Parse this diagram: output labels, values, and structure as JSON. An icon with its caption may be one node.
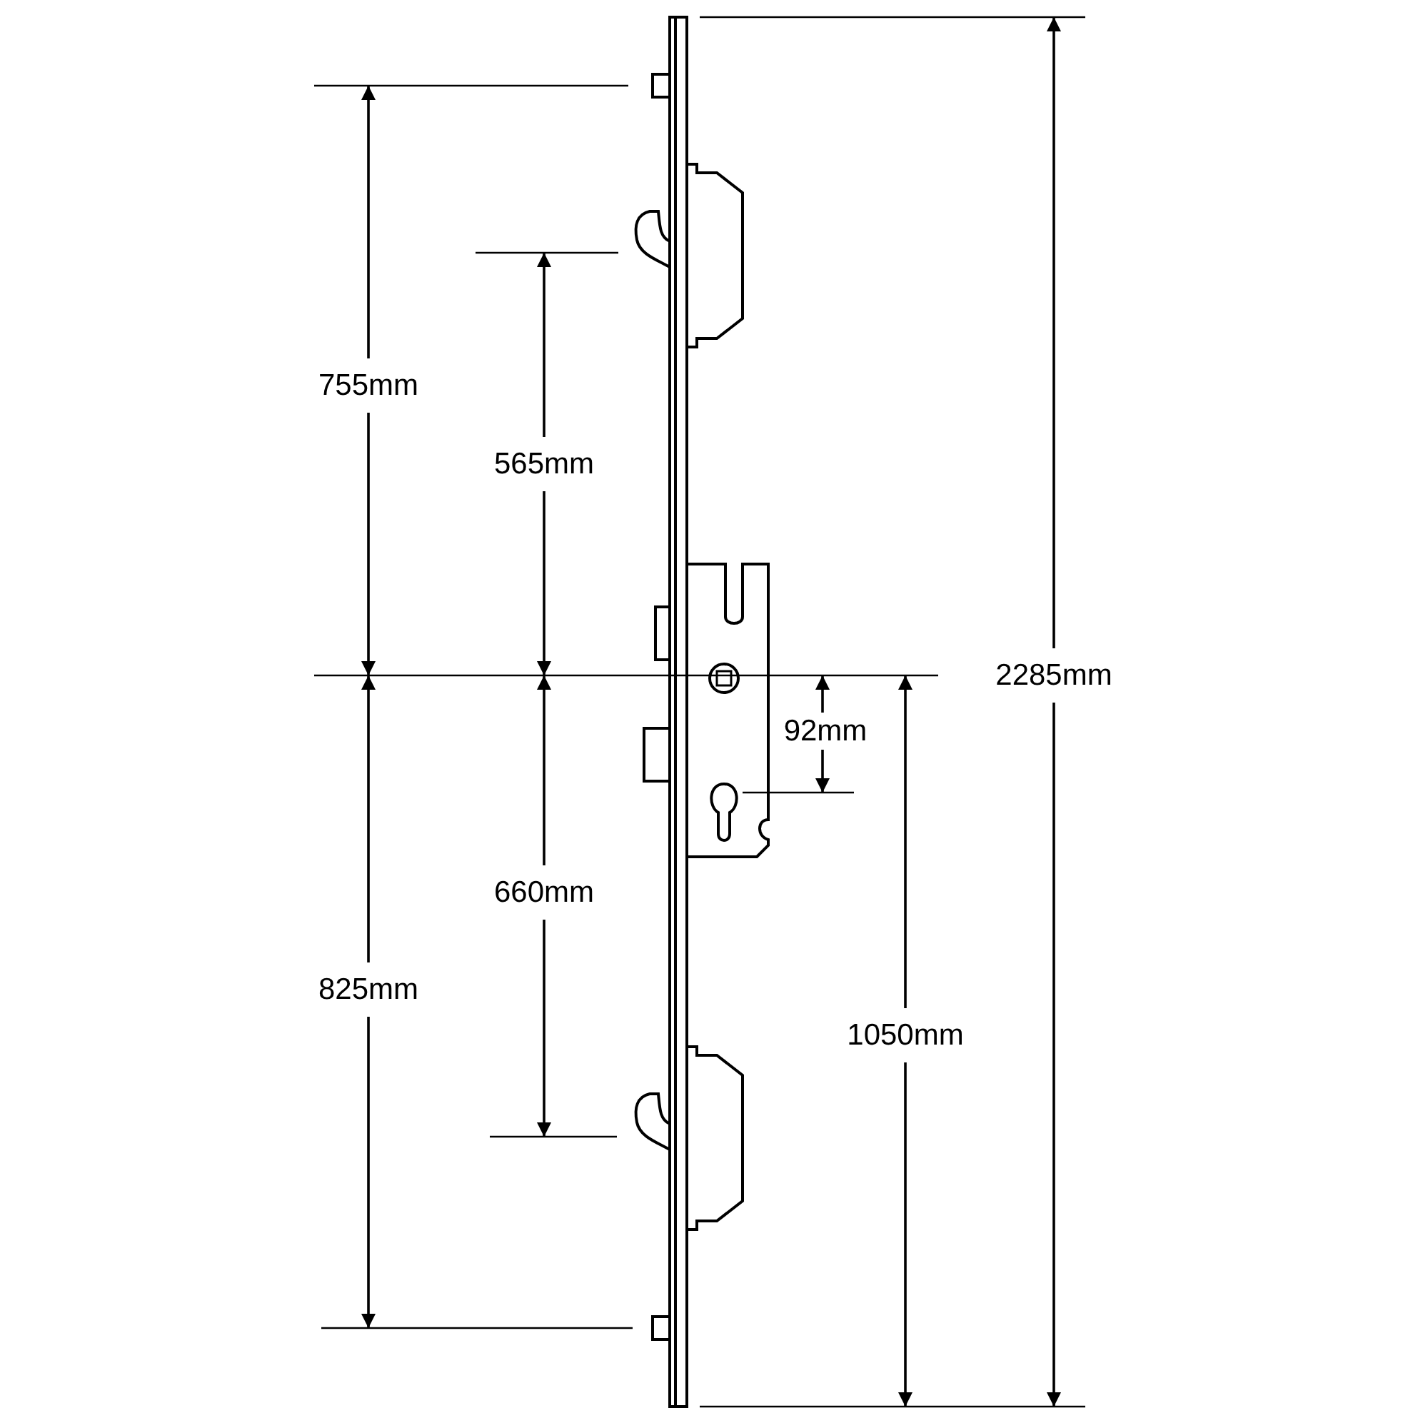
{
  "diagram": {
    "labels": [
      "755mm",
      "565mm",
      "2285mm",
      "92mm",
      "660mm",
      "825mm",
      "1050mm"
    ]
  }
}
